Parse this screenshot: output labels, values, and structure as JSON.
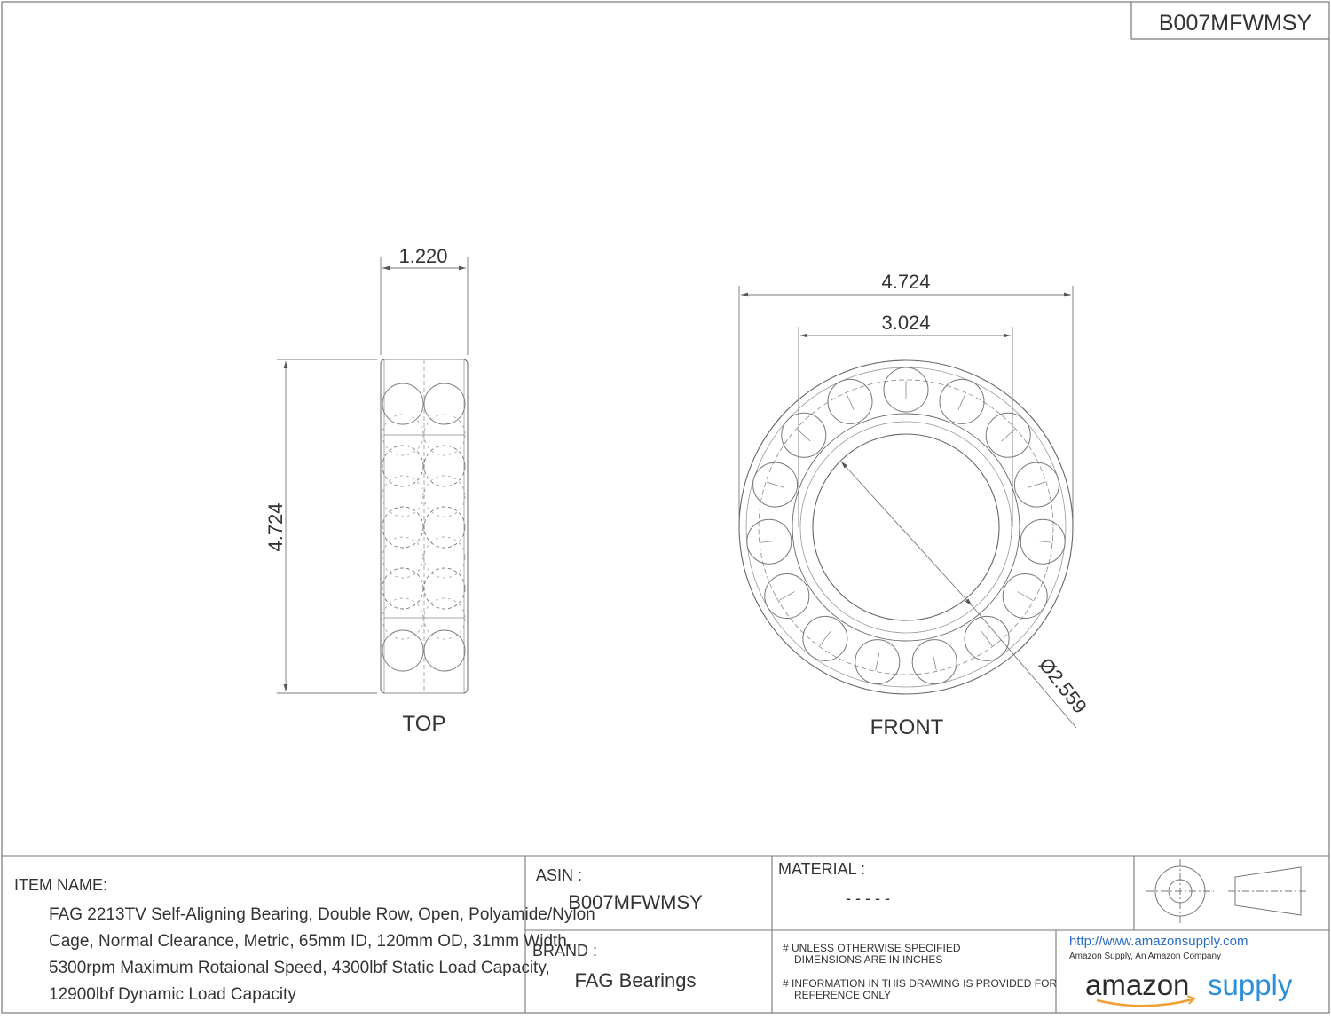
{
  "header": {
    "asin_box": "B007MFWMSY"
  },
  "views": {
    "top": {
      "label": "TOP",
      "width_dim": "1.220",
      "height_dim": "4.724"
    },
    "front": {
      "label": "FRONT",
      "outer_dim": "4.724",
      "inner_dim": "3.024",
      "bore_dim": "Ø2.559"
    }
  },
  "title_block": {
    "item_name_label": "ITEM NAME:",
    "item_name_lines": [
      "FAG 2213TV Self-Aligning Bearing, Double Row, Open, Polyamide/Nylon",
      "Cage, Normal Clearance, Metric, 65mm ID, 120mm OD, 31mm Width,",
      "5300rpm Maximum Rotaional Speed, 4300lbf Static Load Capacity,",
      "12900lbf Dynamic Load Capacity"
    ],
    "asin_label": "ASIN :",
    "asin_value": "B007MFWMSY",
    "brand_label": "BRAND :",
    "brand_value": "FAG Bearings",
    "material_label": "MATERIAL :",
    "material_value": "- - - - -",
    "notes": [
      "# UNLESS OTHERWISE SPECIFIED",
      "DIMENSIONS ARE IN INCHES",
      "# INFORMATION IN THIS DRAWING IS PROVIDED FOR",
      "REFERENCE ONLY"
    ],
    "url": "http://www.amazonsupply.com",
    "company": "Amazon Supply, An Amazon Company",
    "logo_word1": "amazon",
    "logo_word2": "supply"
  }
}
